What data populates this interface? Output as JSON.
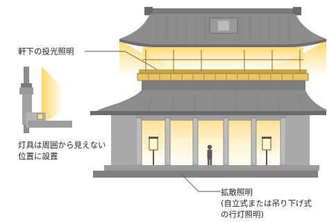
{
  "labels": {
    "eaves_lighting": "軒下の投光照明",
    "fixture_note_line1": "灯具は周囲から見えない",
    "fixture_note_line2": "位置に設置",
    "diffuse_line1": "拡散照明",
    "diffuse_line2": "(自立式または吊り下げ式",
    "diffuse_line3": "の行灯照明)"
  },
  "colors": {
    "roof": "#8c8c8c",
    "roof_dark": "#6e6e6e",
    "wall": "#a9a9a9",
    "glow": "#ffd56a",
    "lantern_glow": "#fff1b8",
    "leader": "#555555"
  }
}
